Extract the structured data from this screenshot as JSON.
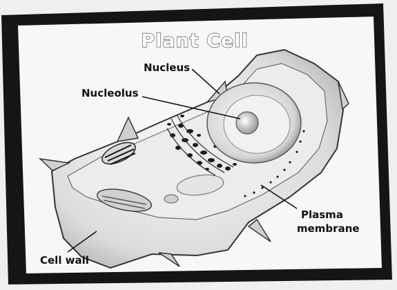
{
  "title": "Plant Cell",
  "labels": {
    "nucleus": "Nucleus",
    "nucleolus": "Nucleolus",
    "plasma_membrane_line1": "Plasma",
    "plasma_membrane_line2": "membrane",
    "cell_wall": "Cell wall"
  }
}
